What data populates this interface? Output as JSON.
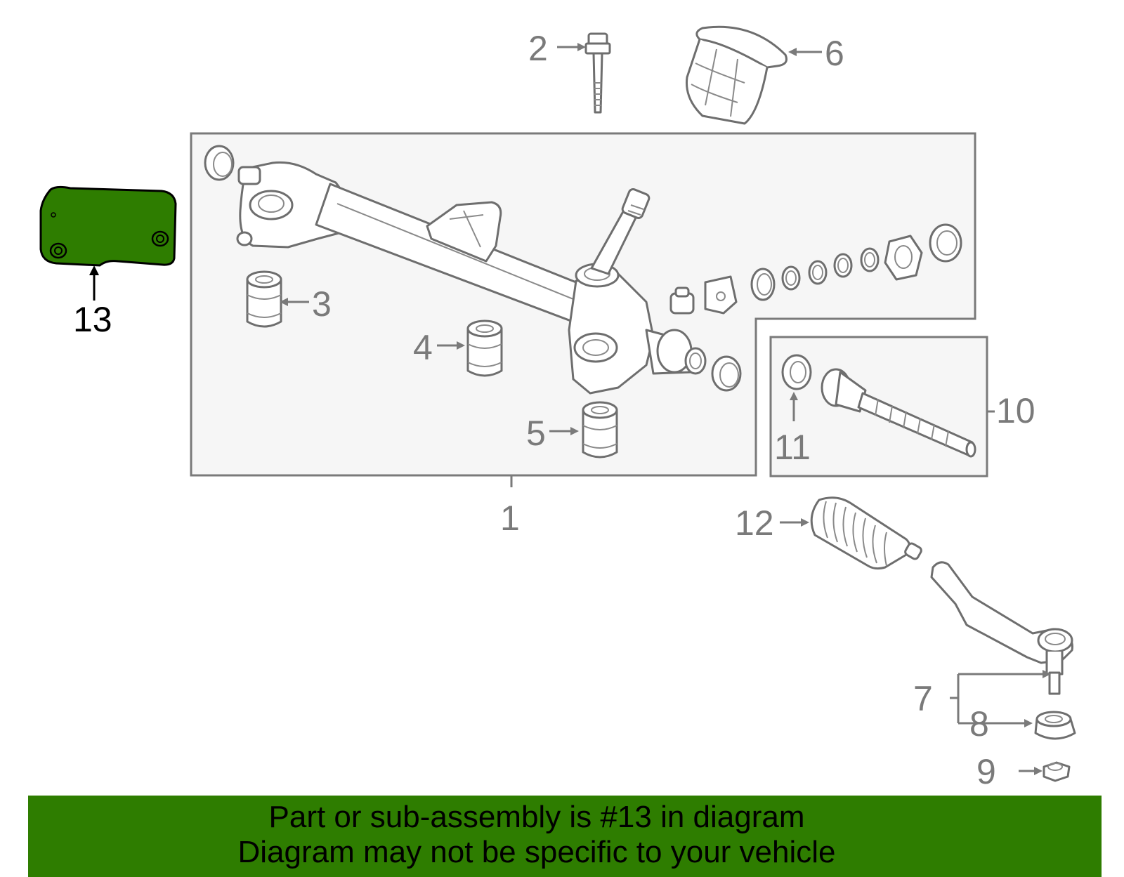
{
  "colors": {
    "highlight": "#2e7d00",
    "label": "#7a7a7a",
    "box_fill": "#f6f6f6",
    "outline": "#7a7a7a"
  },
  "callouts": {
    "c1": "1",
    "c2": "2",
    "c3": "3",
    "c4": "4",
    "c5": "5",
    "c6": "6",
    "c7": "7",
    "c8": "8",
    "c9": "9",
    "c10": "10",
    "c11": "11",
    "c12": "12",
    "c13": "13"
  },
  "banner": {
    "line1": "Part or sub-assembly is #13 in diagram",
    "line2": "Diagram may not be specific to your vehicle"
  }
}
